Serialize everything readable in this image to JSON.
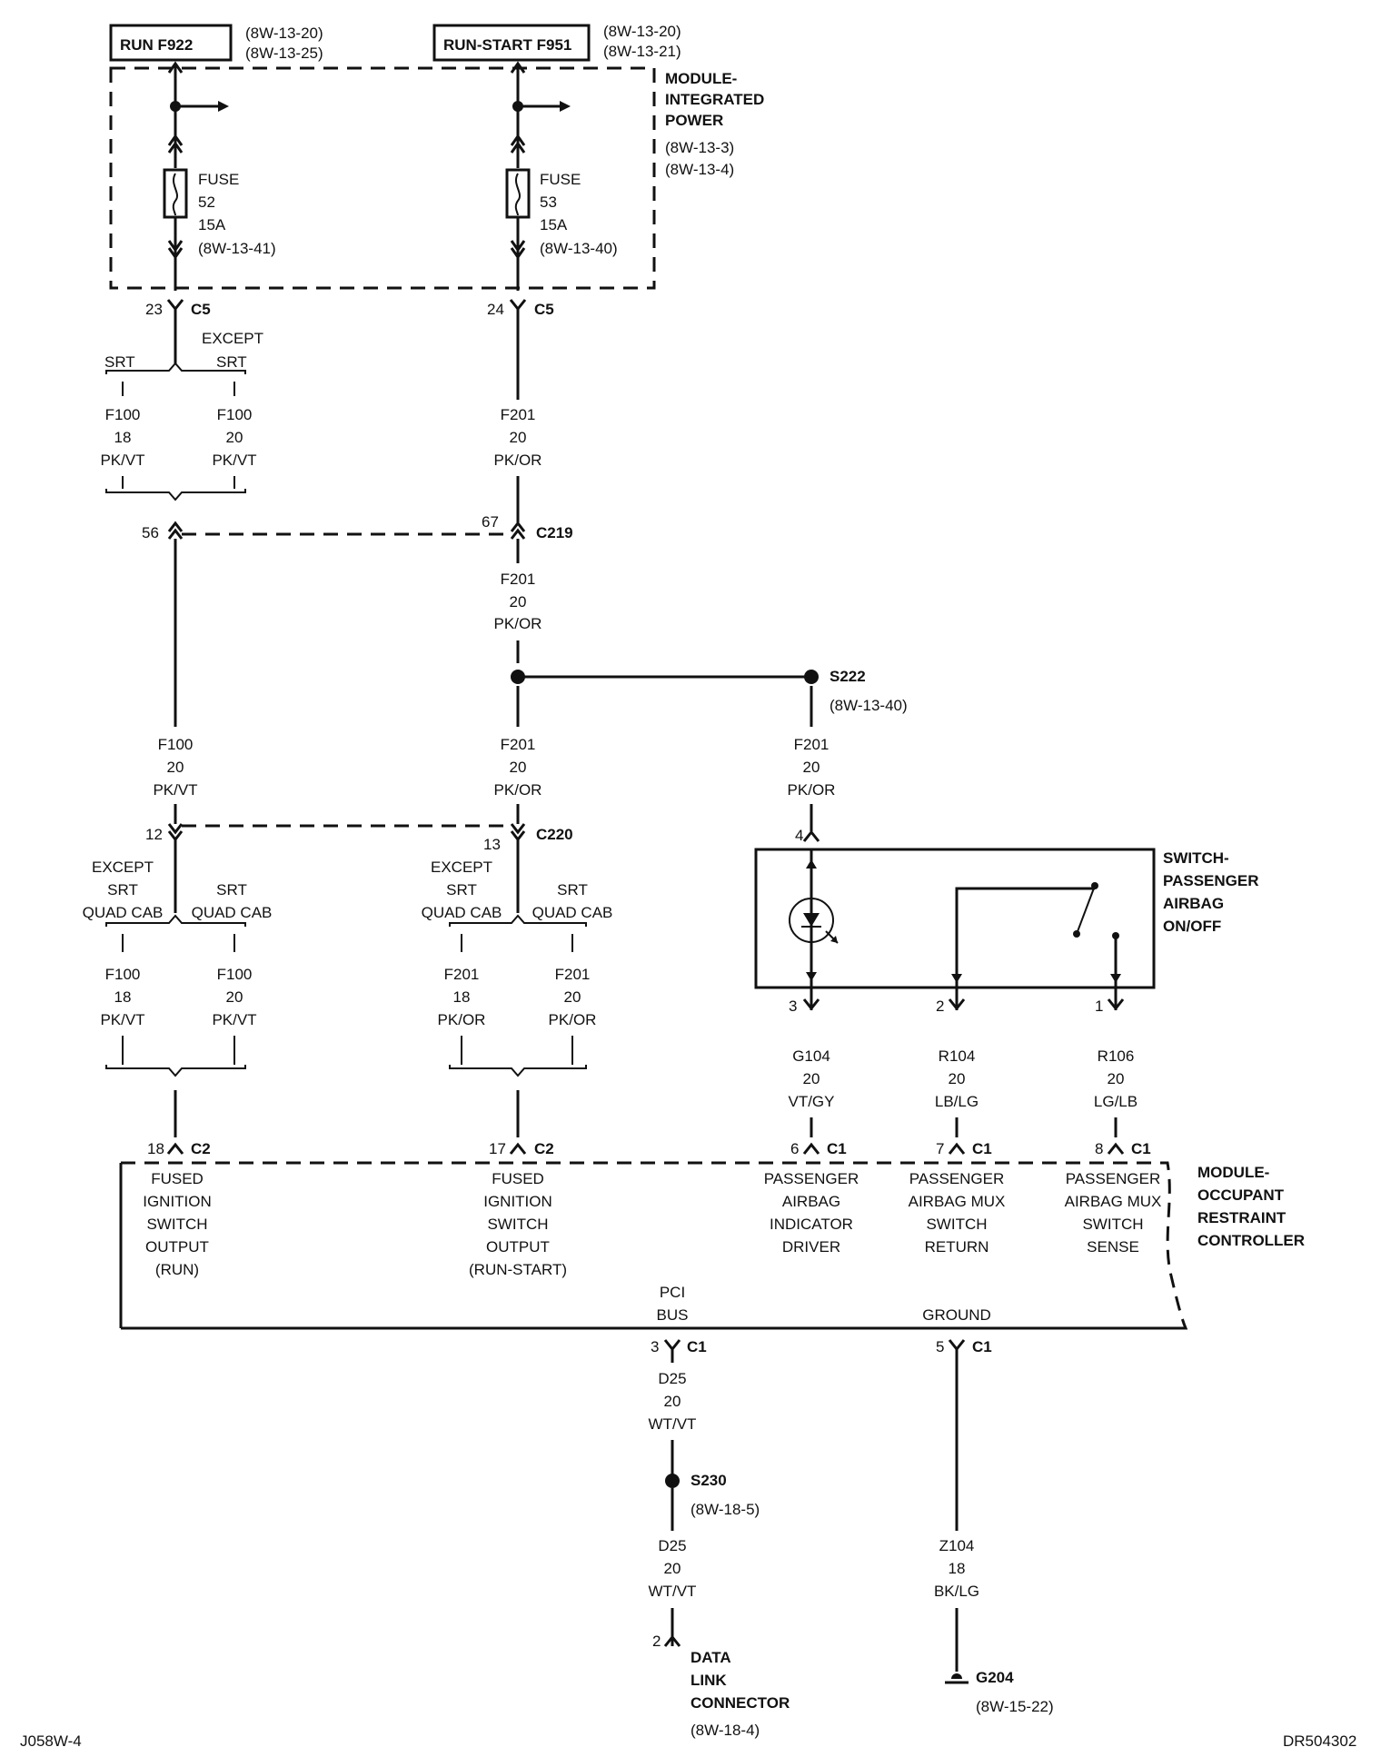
{
  "power": {
    "run_box": "RUN F922",
    "run_refs": [
      "(8W-13-20)",
      "(8W-13-25)"
    ],
    "runstart_box": "RUN-START F951",
    "runstart_refs": [
      "(8W-13-20)",
      "(8W-13-21)"
    ]
  },
  "tipm": {
    "title": [
      "MODULE-",
      "INTEGRATED",
      "POWER"
    ],
    "refs": [
      "(8W-13-3)",
      "(8W-13-4)"
    ]
  },
  "fuse52": {
    "lines": [
      "FUSE",
      "52",
      "15A",
      "(8W-13-41)"
    ]
  },
  "fuse53": {
    "lines": [
      "FUSE",
      "53",
      "15A",
      "(8W-13-40)"
    ]
  },
  "c5_23": {
    "pin": "23",
    "name": "C5"
  },
  "c5_24": {
    "pin": "24",
    "name": "C5"
  },
  "split1": {
    "left": "SRT",
    "right": [
      "EXCEPT",
      "SRT"
    ]
  },
  "w_f100_18_a": [
    "F100",
    "18",
    "PK/VT"
  ],
  "w_f100_20_a": [
    "F100",
    "20",
    "PK/VT"
  ],
  "w_f201_a": [
    "F201",
    "20",
    "PK/OR"
  ],
  "c219": {
    "pin_left": "56",
    "pin_right": "67",
    "name": "C219"
  },
  "w_f201_b": [
    "F201",
    "20",
    "PK/OR"
  ],
  "s222": {
    "name": "S222",
    "ref": "(8W-13-40)"
  },
  "w_f100_20_b": [
    "F100",
    "20",
    "PK/VT"
  ],
  "w_f201_c": [
    "F201",
    "20",
    "PK/OR"
  ],
  "w_f201_d": [
    "F201",
    "20",
    "PK/OR"
  ],
  "c220": {
    "pin_left": "12",
    "pin_right": "13",
    "name": "C220"
  },
  "split2": {
    "left": [
      "EXCEPT",
      "SRT",
      "QUAD CAB"
    ],
    "right": [
      "SRT",
      "QUAD CAB"
    ]
  },
  "split3": {
    "left": [
      "EXCEPT",
      "SRT",
      "QUAD CAB"
    ],
    "right": [
      "SRT",
      "QUAD CAB"
    ]
  },
  "w_f100_18_c": [
    "F100",
    "18",
    "PK/VT"
  ],
  "w_f100_20_c": [
    "F100",
    "20",
    "PK/VT"
  ],
  "w_f201_18_e": [
    "F201",
    "18",
    "PK/OR"
  ],
  "w_f201_20_e": [
    "F201",
    "20",
    "PK/OR"
  ],
  "switch": {
    "pin_top": "4",
    "title": [
      "SWITCH-",
      "PASSENGER",
      "AIRBAG",
      "ON/OFF"
    ],
    "pins": [
      "3",
      "2",
      "1"
    ]
  },
  "w_g104": [
    "G104",
    "20",
    "VT/GY"
  ],
  "w_r104": [
    "R104",
    "20",
    "LB/LG"
  ],
  "w_r106": [
    "R106",
    "20",
    "LG/LB"
  ],
  "c2_18": {
    "pin": "18",
    "name": "C2"
  },
  "c2_17": {
    "pin": "17",
    "name": "C2"
  },
  "c1_6": {
    "pin": "6",
    "name": "C1"
  },
  "c1_7": {
    "pin": "7",
    "name": "C1"
  },
  "c1_8": {
    "pin": "8",
    "name": "C1"
  },
  "orc": {
    "title": [
      "MODULE-",
      "OCCUPANT",
      "RESTRAINT",
      "CONTROLLER"
    ],
    "f1": [
      "FUSED",
      "IGNITION",
      "SWITCH",
      "OUTPUT",
      "(RUN)"
    ],
    "f2": [
      "FUSED",
      "IGNITION",
      "SWITCH",
      "OUTPUT",
      "(RUN-START)"
    ],
    "f3": [
      "PASSENGER",
      "AIRBAG",
      "INDICATOR",
      "DRIVER"
    ],
    "f4": [
      "PASSENGER",
      "AIRBAG MUX",
      "SWITCH",
      "RETURN"
    ],
    "f5": [
      "PASSENGER",
      "AIRBAG MUX",
      "SWITCH",
      "SENSE"
    ],
    "pci": [
      "PCI",
      "BUS"
    ],
    "ground": "GROUND"
  },
  "c1_3": {
    "pin": "3",
    "name": "C1"
  },
  "c1_5": {
    "pin": "5",
    "name": "C1"
  },
  "w_d25_a": [
    "D25",
    "20",
    "WT/VT"
  ],
  "s230": {
    "name": "S230",
    "ref": "(8W-18-5)"
  },
  "w_d25_b": [
    "D25",
    "20",
    "WT/VT"
  ],
  "w_z104": [
    "Z104",
    "18",
    "BK/LG"
  ],
  "dlc": {
    "pin": "2",
    "lines": [
      "DATA",
      "LINK",
      "CONNECTOR"
    ],
    "ref": "(8W-18-4)"
  },
  "g204": {
    "name": "G204",
    "ref": "(8W-15-22)"
  },
  "footer": {
    "left": "J058W-4",
    "right": "DR504302"
  }
}
